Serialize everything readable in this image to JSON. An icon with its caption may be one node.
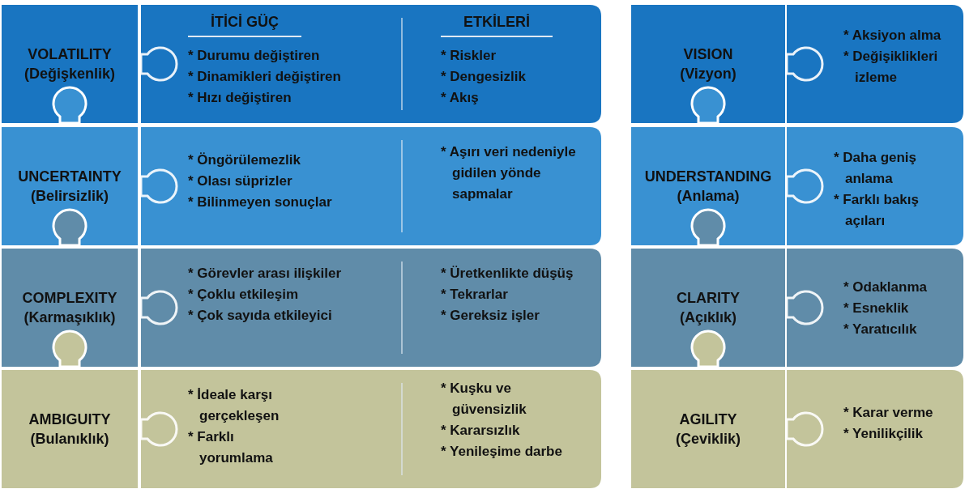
{
  "diagram": {
    "nodes": [
      {
        "text": [
          "VOLATILITY",
          "(Değişkenlik)"
        ]
      },
      {
        "text": [],
        "shape": "box"
      },
      {
        "text": [
          "İTİCİ GÜÇ",
          "* Durumu değiştiren",
          "* Dinamikleri değiştiren",
          "* Hızı değiştiren"
        ],
        "in": 1
      },
      {
        "text": [
          "ETKİLERİ",
          "* Riskler",
          "* Dengesizlik",
          "* Akış"
        ],
        "in": 1
      },
      {
        "text": [
          "UNCERTAINTY",
          "(Belirsizlik)"
        ]
      },
      {
        "text": [],
        "shape": "box"
      },
      {
        "text": [
          "* Öngörülemezlik",
          "* Olası süprizler",
          "* Bilinmeyen sonuçlar"
        ],
        "in": 5
      },
      {
        "text": [
          "* Aşırı veri nedeniyle gidilen yönde sapmalar"
        ],
        "in": 5
      },
      {
        "text": [
          "COMPLEXITY",
          "(Karmaşıklık)"
        ]
      },
      {
        "text": [],
        "shape": "box"
      },
      {
        "text": [
          "* Görevler arası ilişkiler",
          "* Çoklu etkileşim",
          "* Çok sayıda etkileyici"
        ],
        "in": 9
      },
      {
        "text": [
          "* Üretkenlikte düşüş",
          "* Tekrarlar",
          "* Gereksiz işler"
        ],
        "in": 9
      },
      {
        "text": [
          "AMBIGUITY",
          "(Bulanıklık)"
        ]
      },
      {
        "text": [],
        "shape": "box"
      },
      {
        "text": [
          "* İdeale karşı gerçekleşen",
          "* Farklı yorumlama"
        ],
        "in": 13
      },
      {
        "text": [
          "* Kuşku ve güvensizlik",
          "* Kararsızlık",
          "* Yenileşime darbe"
        ],
        "in": 13
      },
      {
        "text": [
          "VISION",
          "(Vizyon)"
        ]
      },
      {
        "text": [
          "* Aksiyon alma",
          "* Değişiklikleri izleme"
        ]
      },
      {
        "text": [
          "UNDERSTANDING",
          "(Anlama)"
        ]
      },
      {
        "text": [
          "* Daha geniş anlama",
          "* Farklı bakış açıları"
        ]
      },
      {
        "text": [
          "CLARITY",
          "(Açıklık)"
        ]
      },
      {
        "text": [
          "* Odaklanma",
          "* Esneklik",
          "* Yaratıcılık"
        ]
      },
      {
        "text": [
          "AGILITY",
          "(Çeviklik)"
        ]
      },
      {
        "text": [
          "* Karar verme",
          "* Yenilikçilik"
        ]
      }
    ]
  }
}
